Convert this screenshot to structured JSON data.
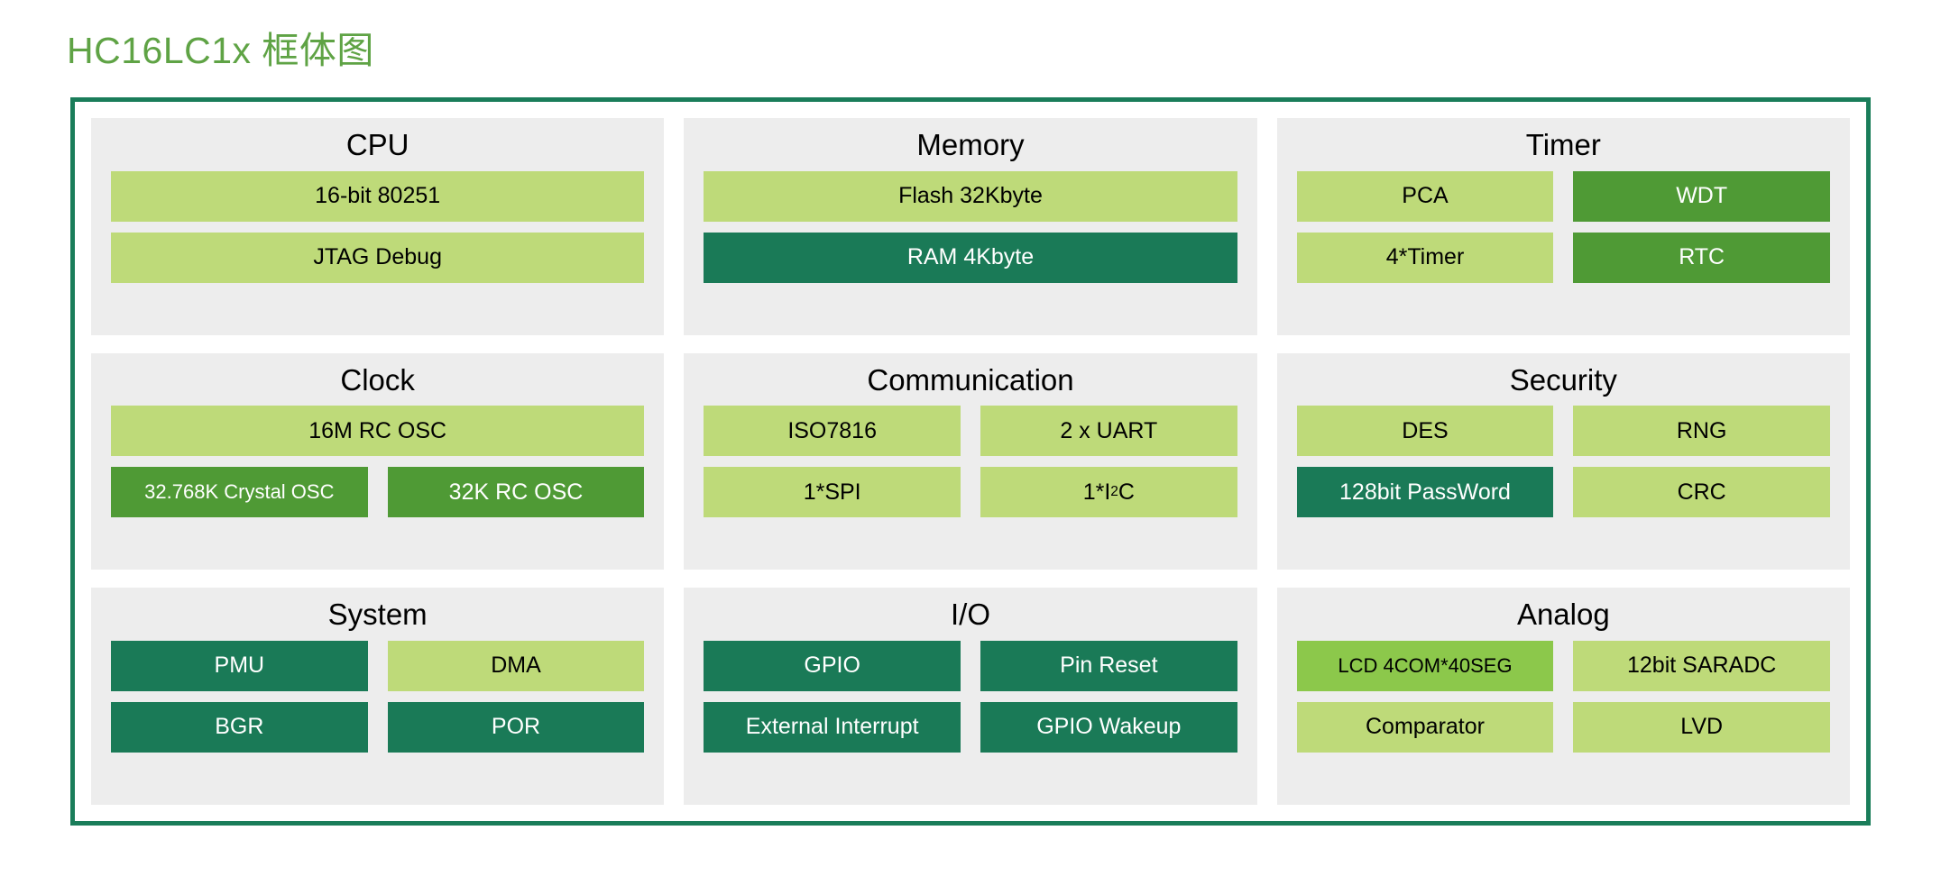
{
  "page": {
    "title": "HC16LC1x 框体图",
    "title_color": "#5FA345",
    "frame_border_color": "#1A7D5A",
    "panel_bg": "#EDEDED",
    "palette": {
      "light_green": "#BEDA79",
      "mid_green": "#4F9A35",
      "bright_green": "#8CC84B",
      "dark_teal": "#1A7A57"
    }
  },
  "panels": [
    {
      "title": "CPU",
      "rows": [
        {
          "blocks": [
            {
              "label": "16-bit 80251",
              "color": "light",
              "full": true
            }
          ]
        },
        {
          "blocks": [
            {
              "label": "JTAG Debug",
              "color": "light",
              "full": true
            }
          ]
        }
      ]
    },
    {
      "title": "Memory",
      "rows": [
        {
          "blocks": [
            {
              "label": "Flash 32Kbyte",
              "color": "light",
              "full": true
            }
          ]
        },
        {
          "blocks": [
            {
              "label": "RAM 4Kbyte",
              "color": "dark",
              "full": true
            }
          ]
        }
      ]
    },
    {
      "title": "Timer",
      "rows": [
        {
          "blocks": [
            {
              "label": "PCA",
              "color": "light"
            },
            {
              "label": "WDT",
              "color": "mid"
            }
          ]
        },
        {
          "blocks": [
            {
              "label": "4*Timer",
              "color": "light"
            },
            {
              "label": "RTC",
              "color": "mid"
            }
          ]
        }
      ]
    },
    {
      "title": "Clock",
      "rows": [
        {
          "blocks": [
            {
              "label": "16M RC OSC",
              "color": "light",
              "full": true
            }
          ]
        },
        {
          "blocks": [
            {
              "label": "32.768K Crystal OSC",
              "color": "mid",
              "small": true
            },
            {
              "label": "32K RC OSC",
              "color": "mid"
            }
          ]
        }
      ]
    },
    {
      "title": "Communication",
      "rows": [
        {
          "blocks": [
            {
              "label": "ISO7816",
              "color": "light"
            },
            {
              "label": "2 x UART",
              "color": "light"
            }
          ]
        },
        {
          "blocks": [
            {
              "label": "1*SPI",
              "color": "light"
            },
            {
              "label": "1*I2C",
              "color": "light",
              "superscript": {
                "before": "1*I",
                "sup": "2",
                "after": "C"
              }
            }
          ]
        }
      ]
    },
    {
      "title": "Security",
      "rows": [
        {
          "blocks": [
            {
              "label": "DES",
              "color": "light"
            },
            {
              "label": "RNG",
              "color": "light"
            }
          ]
        },
        {
          "blocks": [
            {
              "label": "128bit PassWord",
              "color": "dark"
            },
            {
              "label": "CRC",
              "color": "light"
            }
          ]
        }
      ]
    },
    {
      "title": "System",
      "rows": [
        {
          "blocks": [
            {
              "label": "PMU",
              "color": "dark"
            },
            {
              "label": "DMA",
              "color": "light"
            }
          ]
        },
        {
          "blocks": [
            {
              "label": "BGR",
              "color": "dark"
            },
            {
              "label": "POR",
              "color": "dark"
            }
          ]
        }
      ]
    },
    {
      "title": "I/O",
      "rows": [
        {
          "blocks": [
            {
              "label": "GPIO",
              "color": "dark"
            },
            {
              "label": "Pin Reset",
              "color": "dark"
            }
          ]
        },
        {
          "blocks": [
            {
              "label": "External Interrupt",
              "color": "dark"
            },
            {
              "label": "GPIO Wakeup",
              "color": "dark"
            }
          ]
        }
      ]
    },
    {
      "title": "Analog",
      "rows": [
        {
          "blocks": [
            {
              "label": "LCD 4COM*40SEG",
              "color": "bright",
              "small": true
            },
            {
              "label": "12bit SARADC",
              "color": "light"
            }
          ]
        },
        {
          "blocks": [
            {
              "label": "Comparator",
              "color": "light"
            },
            {
              "label": "LVD",
              "color": "light"
            }
          ]
        }
      ]
    }
  ]
}
